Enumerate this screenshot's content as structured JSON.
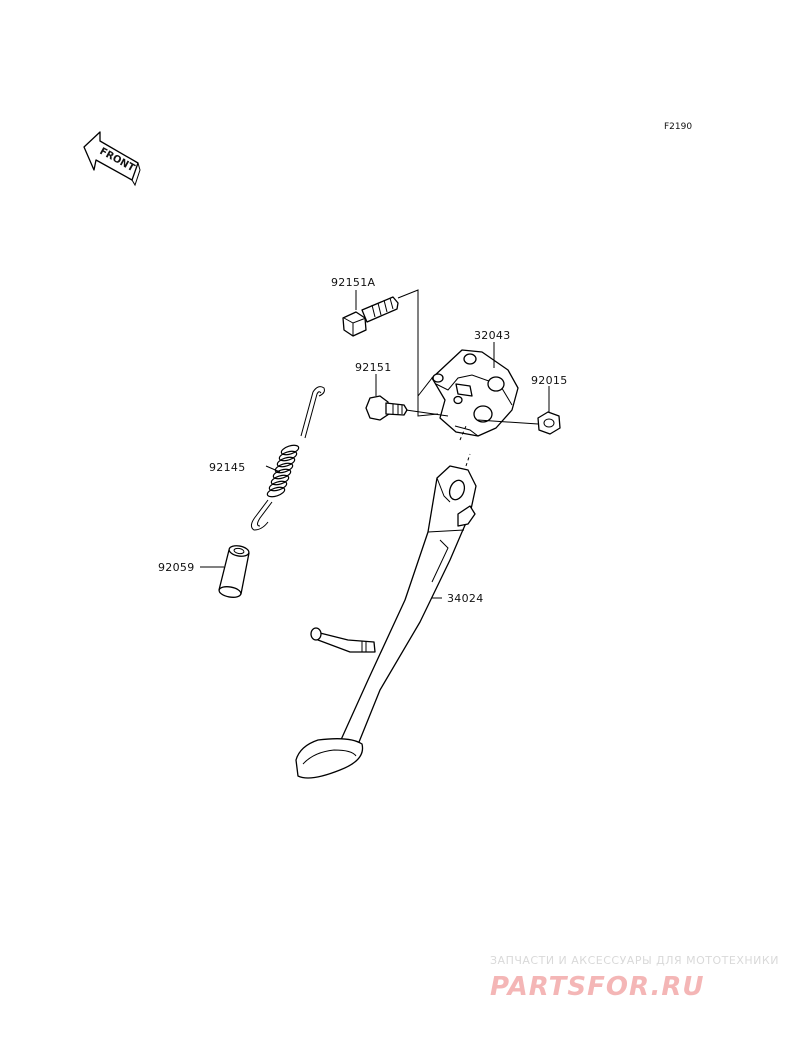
{
  "figure_code": "F2190",
  "front_arrow_label": "FRONT",
  "parts": {
    "p92151A": "92151A",
    "p32043": "32043",
    "p92151": "92151",
    "p92015": "92015",
    "p92145": "92145",
    "p92059": "92059",
    "p34024": "34024"
  },
  "watermark": {
    "tagline": "ЗАПЧАСТИ И АКСЕССУАРЫ ДЛЯ МОТОТЕХНИКИ",
    "site": "PARTSFOR.RU"
  }
}
